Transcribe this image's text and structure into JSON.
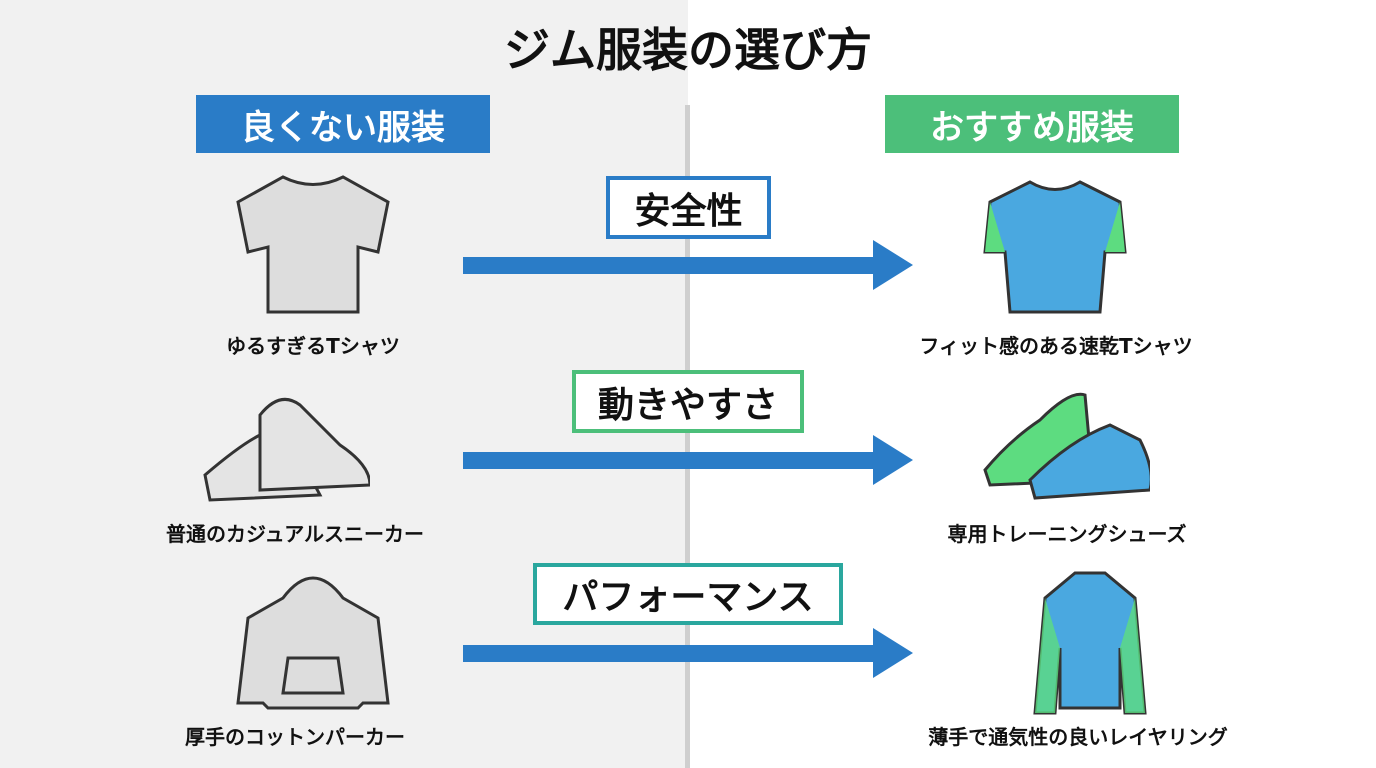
{
  "title": "ジム服装の選び方",
  "left_header": "良くない服装",
  "right_header": "おすすめ服装",
  "colors": {
    "blue": "#2a7cc7",
    "green": "#4cbf7a",
    "teal": "#2aa79e"
  },
  "rows": [
    {
      "category": "安全性",
      "bad": "ゆるすぎるTシャツ",
      "good": "フィット感のある速乾Tシャツ",
      "bad_icon": "loose-tshirt-icon",
      "good_icon": "fitted-shirt-icon"
    },
    {
      "category": "動きやすさ",
      "bad": "普通のカジュアルスニーカー",
      "good": "専用トレーニングシューズ",
      "bad_icon": "casual-sneakers-icon",
      "good_icon": "training-shoes-icon"
    },
    {
      "category": "パフォーマンス",
      "bad": "厚手のコットンパーカー",
      "good": "薄手で通気性の良いレイヤリング",
      "bad_icon": "cotton-hoodie-icon",
      "good_icon": "layering-jacket-icon"
    }
  ]
}
